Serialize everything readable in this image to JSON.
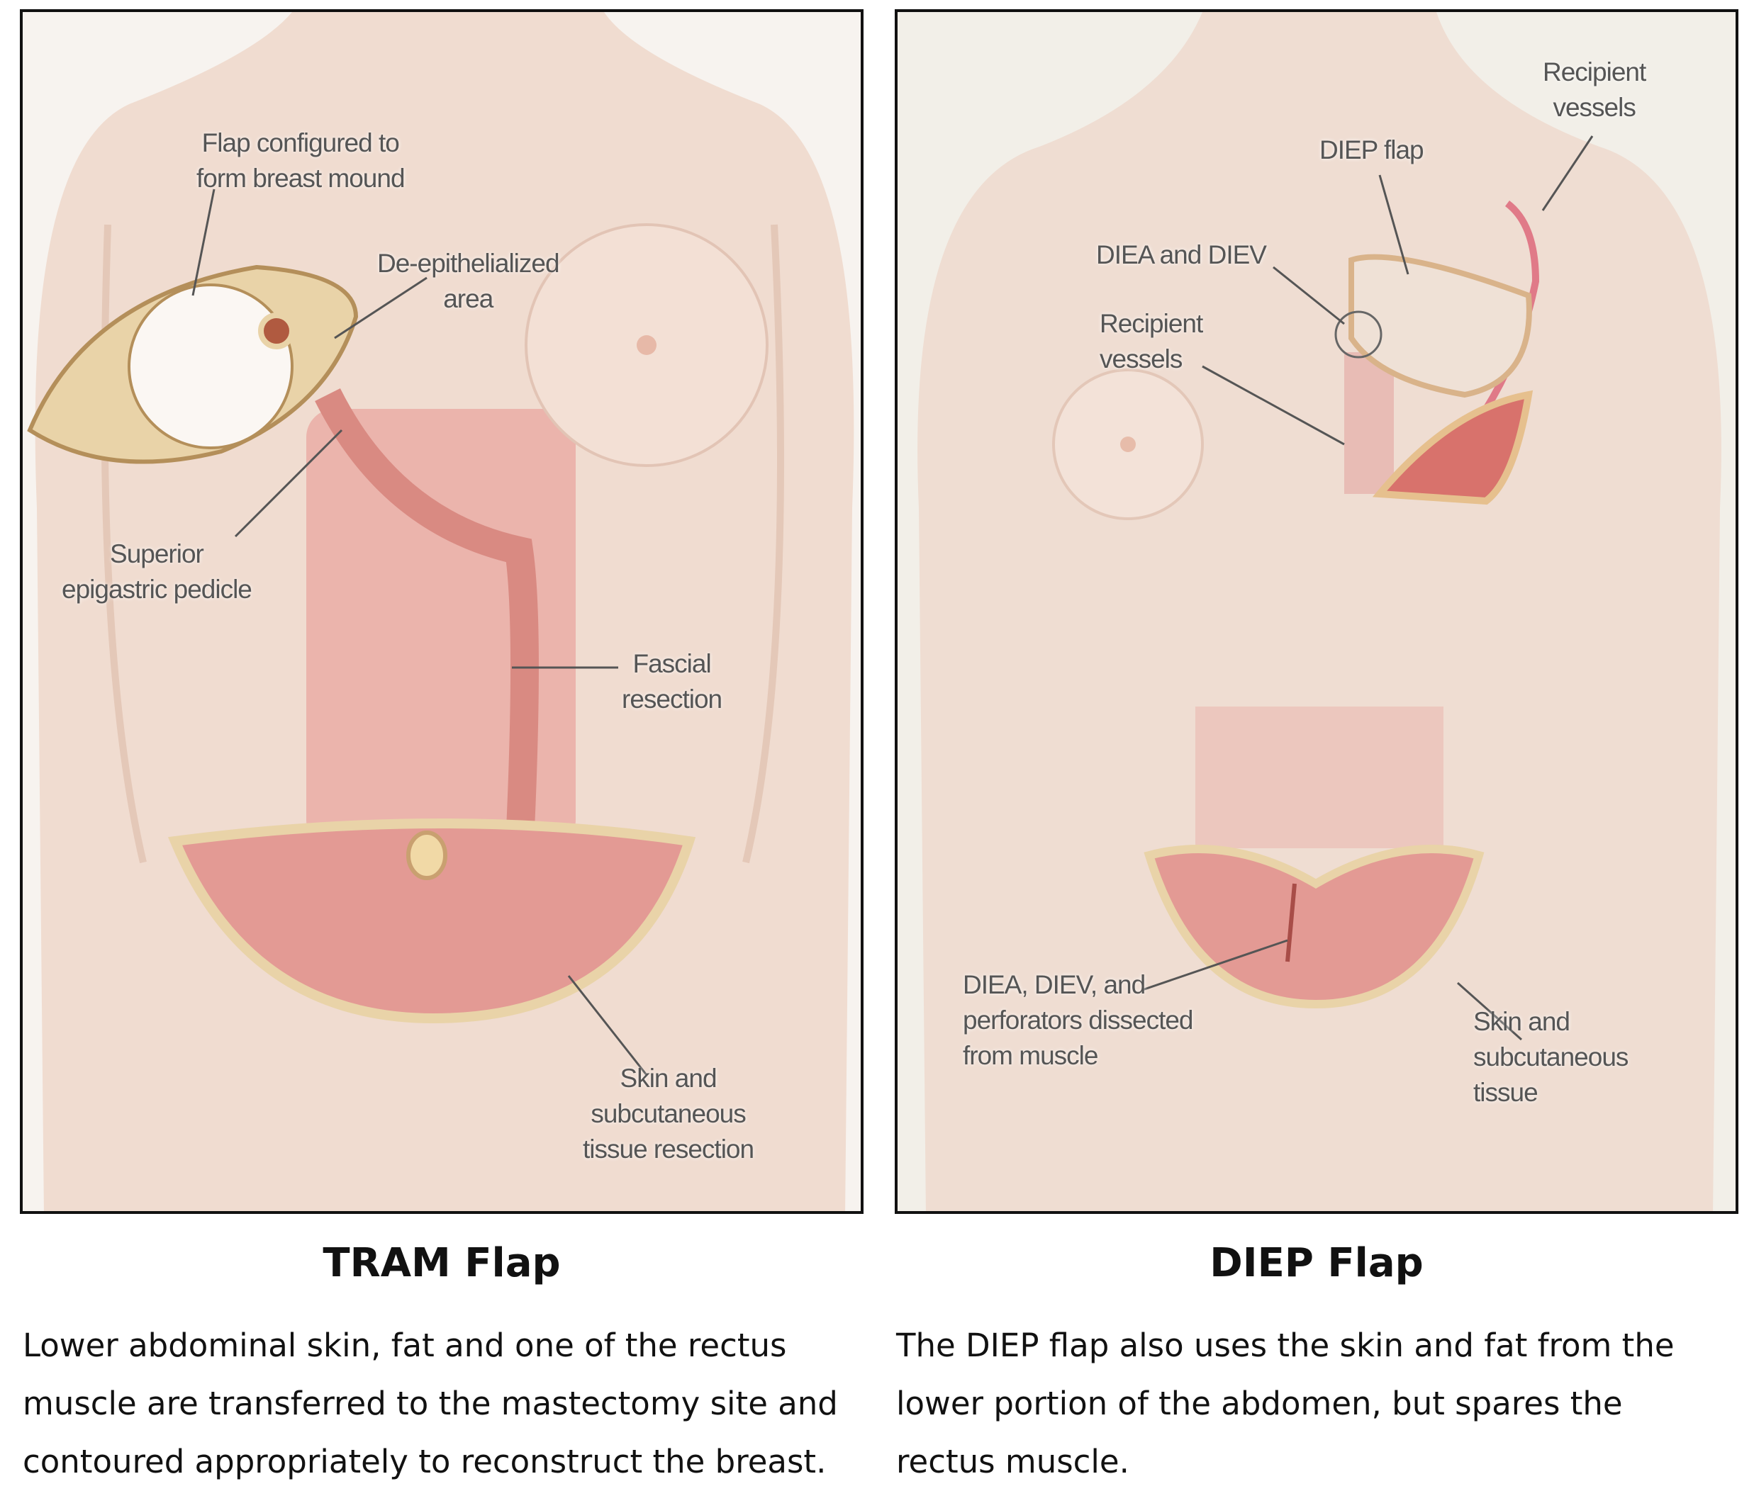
{
  "tram": {
    "title": "TRAM Flap",
    "caption": [
      "Lower abdominal skin, fat and one of the rectus",
      "muscle are transferred to the mastectomy site and",
      "contoured appropriately to reconstruct the breast."
    ],
    "labels": {
      "flap_configured": [
        "Flap configured to",
        "form breast mound"
      ],
      "deepithelialized": [
        "De-epithelialized",
        "area"
      ],
      "superior_pedicle": [
        "Superior",
        "epigastric pedicle"
      ],
      "fascial": [
        "Fascial",
        "resection"
      ],
      "skin_resection": [
        "Skin and",
        "subcutaneous",
        "tissue resection"
      ]
    }
  },
  "diep": {
    "title": "DIEP Flap",
    "caption": [
      "The DIEP flap also uses the skin and fat from the",
      "lower portion of the abdomen, but spares the",
      "rectus muscle."
    ],
    "labels": {
      "recipient_top": [
        "Recipient",
        "vessels"
      ],
      "diep_flap": [
        "DIEP flap"
      ],
      "diea_diev": [
        "DIEA and DIEV"
      ],
      "recipient_mid": [
        "Recipient",
        "vessels"
      ],
      "perforators": [
        "DIEA, DIEV, and",
        "perforators dissected",
        "from muscle"
      ],
      "skin": [
        "Skin and",
        "subcutaneous",
        "tissue"
      ]
    }
  },
  "colors": {
    "skin": "#efd9cc",
    "muscle": "#e39a94",
    "flap": "#e9d3a8",
    "border": "#111111"
  }
}
